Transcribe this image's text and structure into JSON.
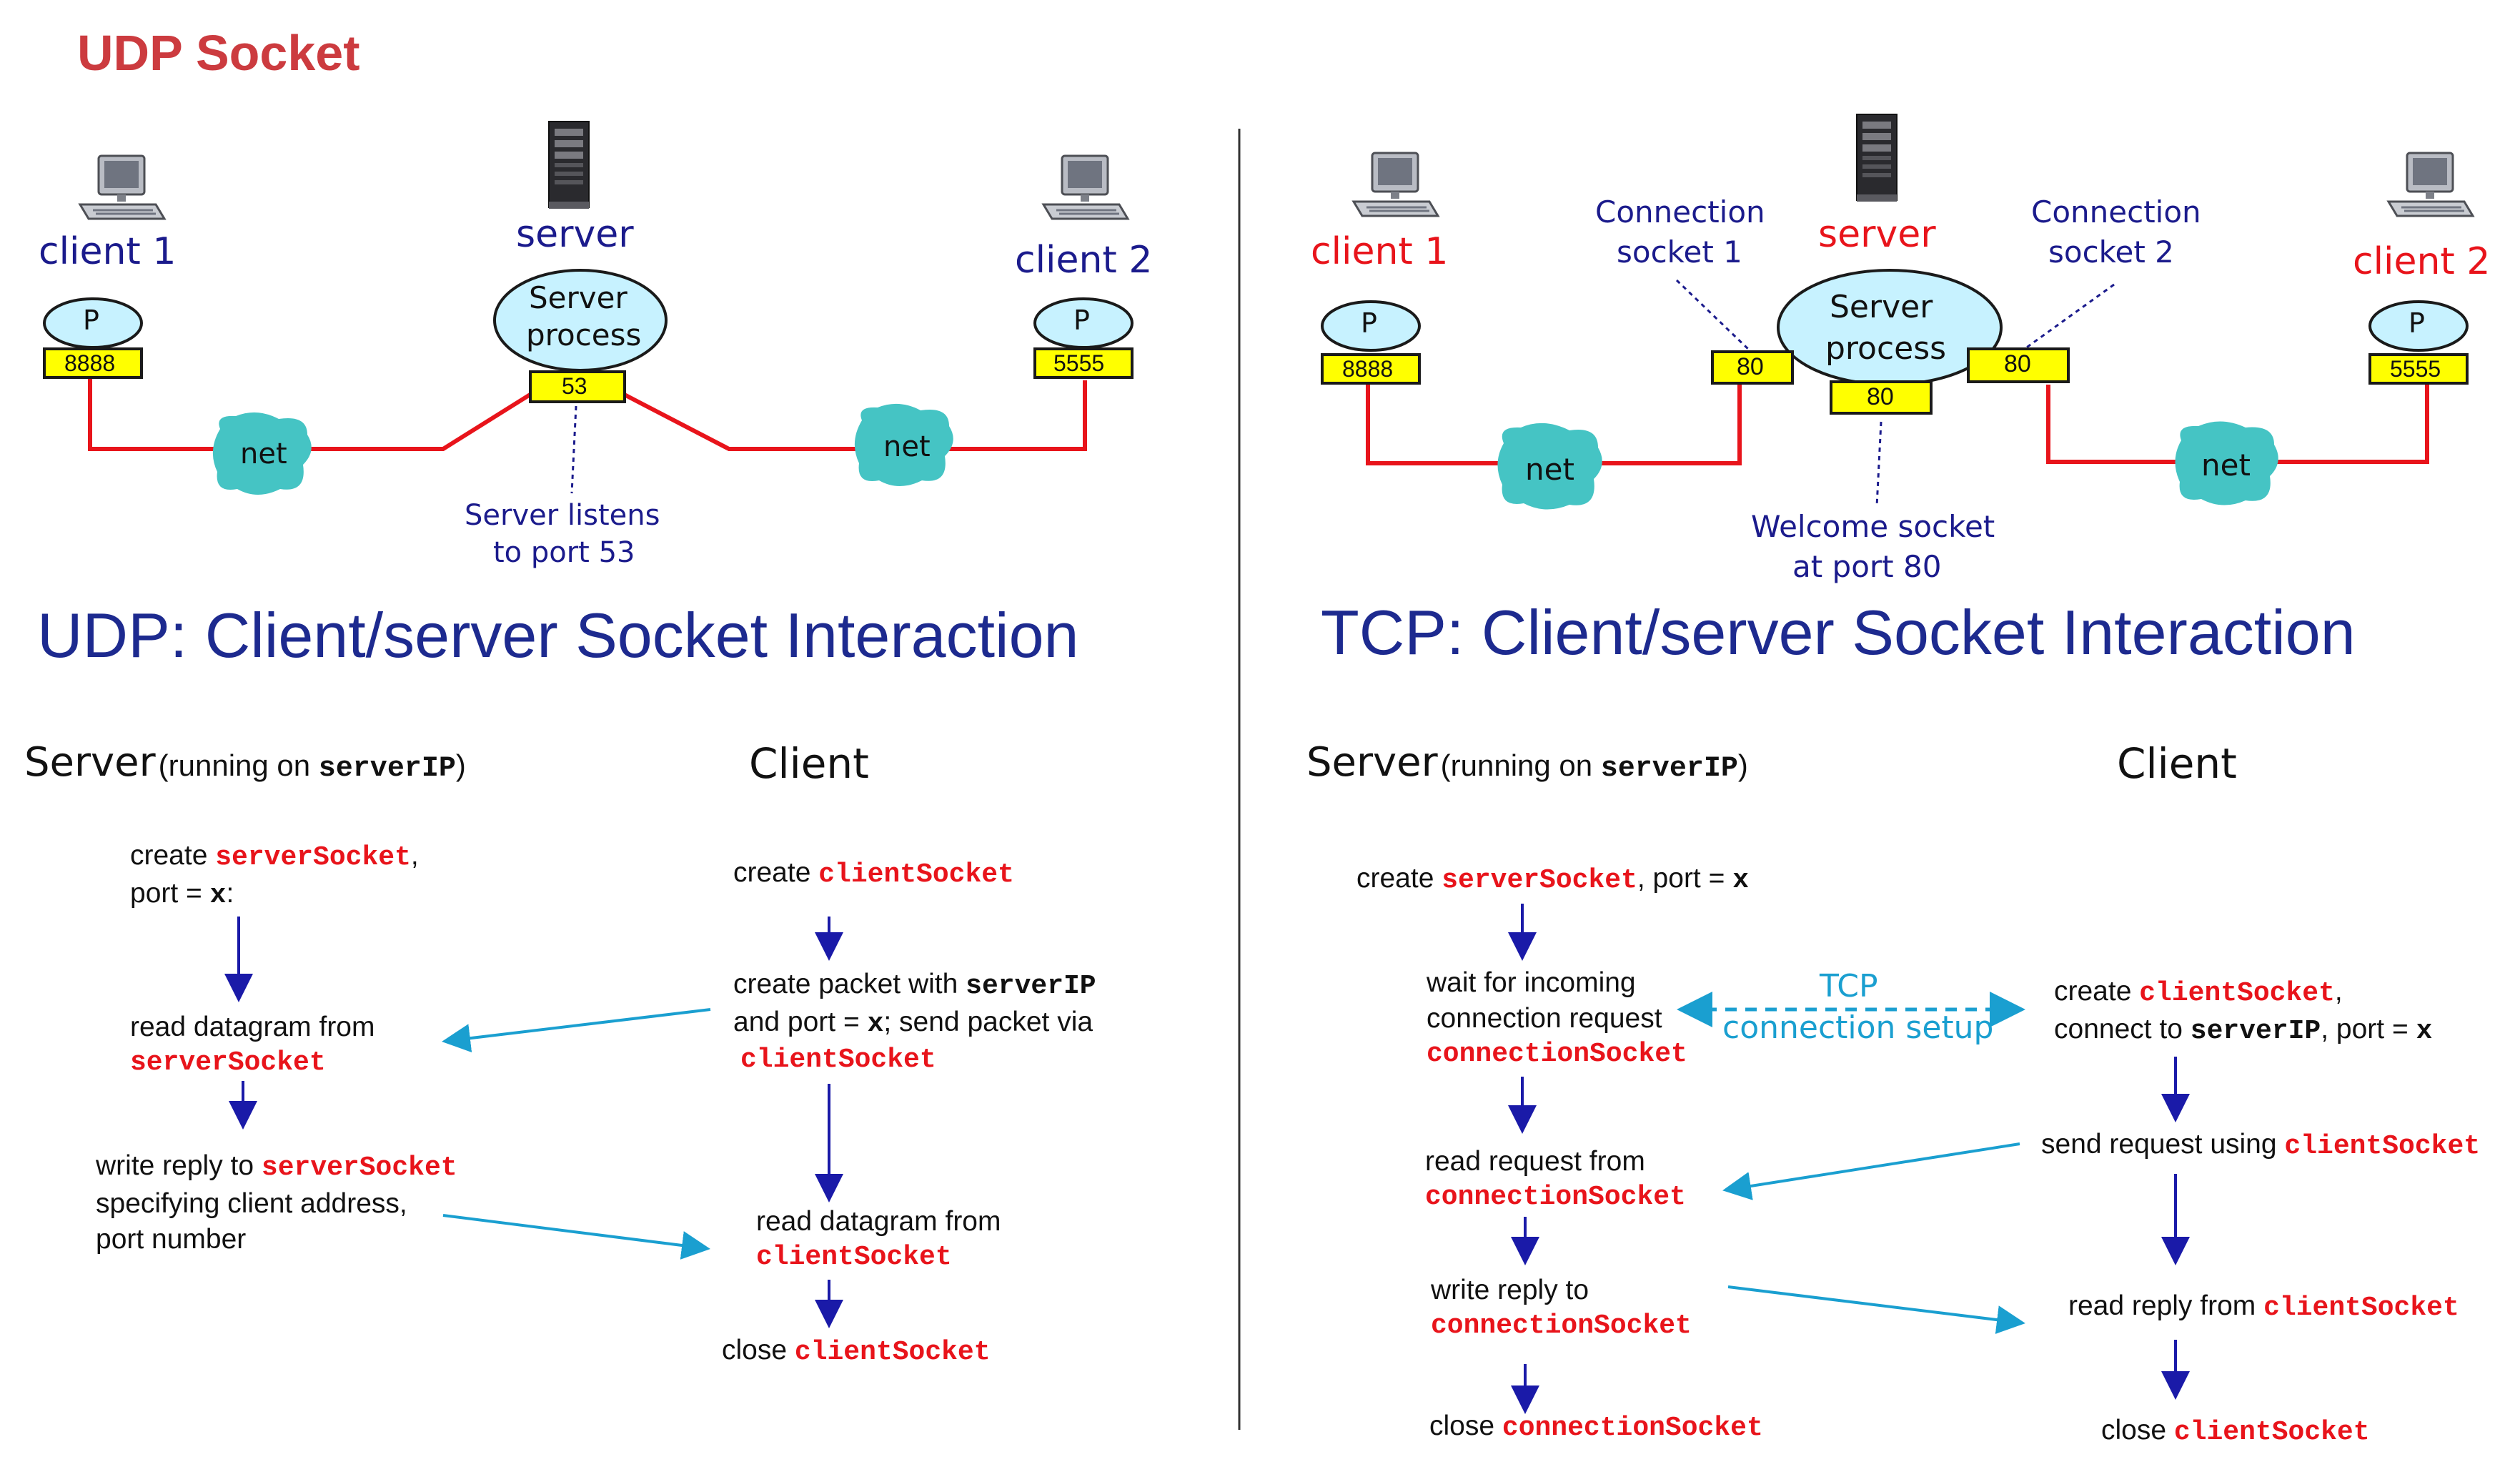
{
  "page_title": "UDP Socket",
  "colors": {
    "heading_red": "#cc3b3f",
    "diagram_label_blue": "#1b1b8c",
    "title_blue": "#1d2a8f",
    "code_red": "#e8141b",
    "link_red": "#e8141b",
    "net_cloud": "#45c4c4",
    "port_box": "#ffff00",
    "process_ellipse": "#c7f2ff",
    "arrow_blue": "#1a1aa8",
    "arrow_cyan": "#1a9fd0"
  },
  "left": {
    "diagram": {
      "client1_label": "client 1",
      "client2_label": "client 2",
      "server_label": "server",
      "process_label": "P",
      "client1_port": "8888",
      "client2_port": "5555",
      "server_process_line1": "Server",
      "server_process_line2": "process",
      "server_port": "53",
      "net_label": "net",
      "listen_note_line1": "Server listens",
      "listen_note_line2": "to port 53"
    },
    "title": "UDP: Client/server Socket Interaction",
    "server_header": "Server",
    "server_header_paren_open": "(running on ",
    "server_header_ip": "serverIP",
    "server_header_paren_close": ")",
    "client_header": "Client",
    "server_steps": {
      "create_prefix": "create ",
      "create_socket": "serverSocket",
      "create_suffix": ",",
      "port_prefix": "port = ",
      "port_var": "x",
      "port_suffix": ":",
      "read_text": "read datagram from",
      "read_socket": "serverSocket",
      "write_prefix": "write reply to ",
      "write_socket": "serverSocket",
      "write_line2": "specifying client address,",
      "write_line3": "port number"
    },
    "client_steps": {
      "create_prefix": "create ",
      "create_socket": "clientSocket",
      "packet_prefix": "create packet with ",
      "packet_ip": "serverIP",
      "packet_line2_a": "and port = ",
      "packet_line2_var": "x",
      "packet_line2_b": "; send packet via",
      "packet_socket": "clientSocket",
      "read_text": "read datagram from",
      "read_socket": "clientSocket",
      "close_prefix": "close ",
      "close_socket": "clientSocket"
    }
  },
  "right": {
    "diagram": {
      "client1_label": "client 1",
      "client2_label": "client 2",
      "server_label": "server",
      "process_label": "P",
      "client1_port": "8888",
      "client2_port": "5555",
      "server_process_line1": "Server",
      "server_process_line2": "process",
      "conn_port_left": "80",
      "conn_port_right": "80",
      "welcome_port": "80",
      "net_label": "net",
      "conn1_line1": "Connection",
      "conn1_line2": "socket 1",
      "conn2_line1": "Connection",
      "conn2_line2": "socket 2",
      "welcome_line1": "Welcome socket",
      "welcome_line2": "at port 80"
    },
    "title": "TCP: Client/server Socket Interaction",
    "server_header": "Server",
    "server_header_paren_open": "(running on ",
    "server_header_ip": "serverIP",
    "server_header_paren_close": ")",
    "client_header": "Client",
    "tcp_label": "TCP",
    "setup_label": "connection setup",
    "server_steps": {
      "create_prefix": "create ",
      "create_socket": "serverSocket",
      "create_mid": ", port = ",
      "create_var": "x",
      "wait_line1": "wait for incoming",
      "wait_line2": "connection request",
      "wait_socket": "connectionSocket",
      "read_text": "read request from",
      "read_socket": "connectionSocket",
      "write_text": "write reply to",
      "write_socket": "connectionSocket",
      "close_prefix": "close ",
      "close_socket": "connectionSocket"
    },
    "client_steps": {
      "create_prefix": "create ",
      "create_socket": "clientSocket",
      "create_suffix": ",",
      "connect_prefix": "connect to ",
      "connect_ip": "serverIP",
      "connect_mid": ", port = ",
      "connect_var": "x",
      "send_prefix": "send request using ",
      "send_socket": "clientSocket",
      "read_prefix": "read reply from ",
      "read_socket": "clientSocket",
      "close_prefix": "close ",
      "close_socket": "clientSocket"
    }
  }
}
